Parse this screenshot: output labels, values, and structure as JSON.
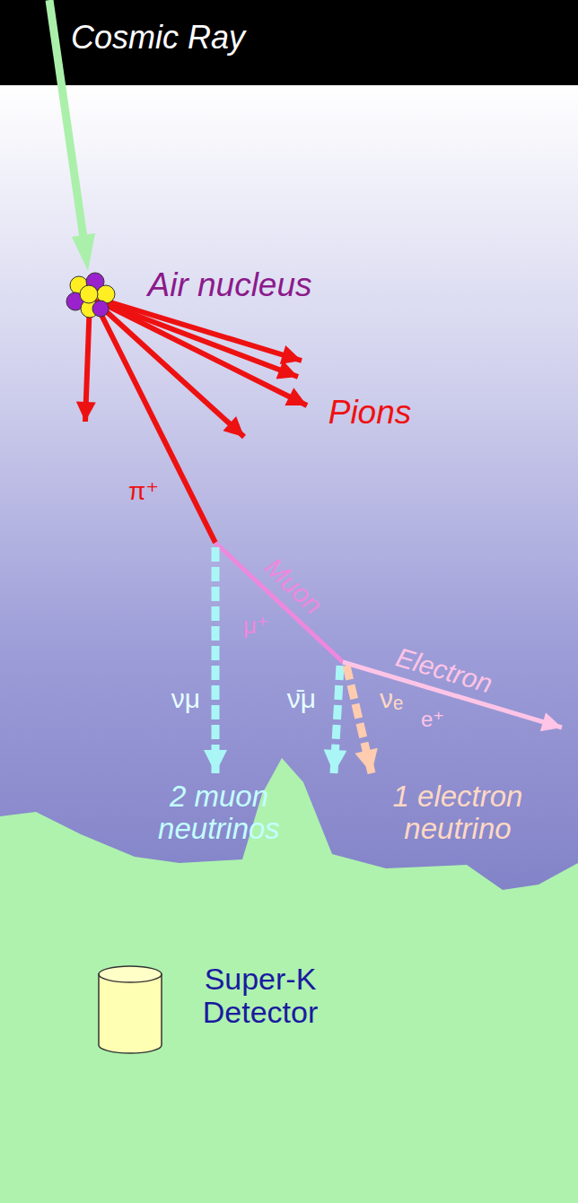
{
  "diagram": {
    "title": "Cosmic Ray",
    "labels": [
      "Air nucleus",
      "Pions",
      "π⁺",
      "Muon",
      "μ⁺",
      "Electron",
      "e⁺",
      "νμ",
      "ν̄μ",
      "νₑ",
      "2 muon neutrinos",
      "1 electron neutrino",
      "Super-K Detector"
    ]
  }
}
